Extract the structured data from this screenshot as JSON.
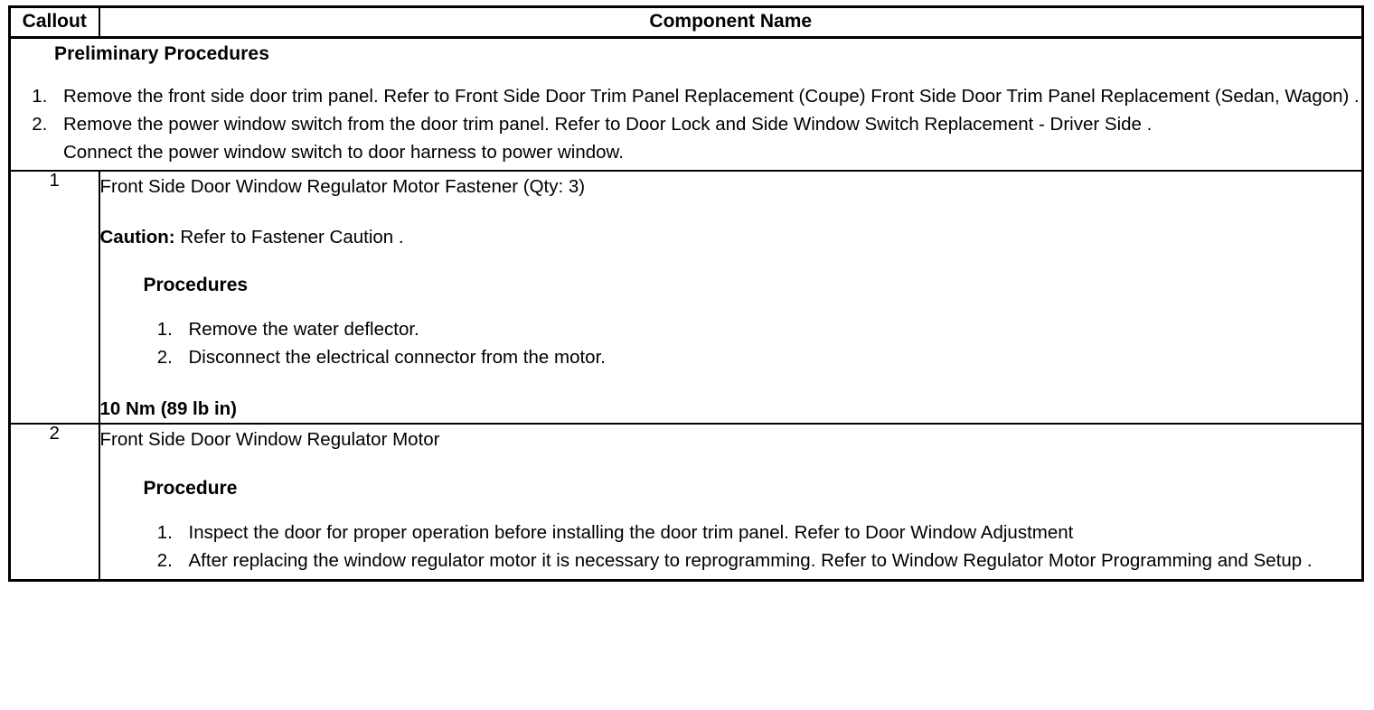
{
  "table": {
    "headers": {
      "callout": "Callout",
      "component_name": "Component Name"
    },
    "preliminary": {
      "title": "Preliminary Procedures",
      "steps": [
        "Remove the front side door trim panel. Refer to Front Side Door Trim Panel Replacement (Coupe) Front Side Door Trim Panel Replacement (Sedan, Wagon) .",
        "Remove the power window switch from the door trim panel. Refer to Door Lock and Side Window Switch Replacement - Driver Side ."
      ],
      "trailing_note": "Connect the power window switch to door harness to power window."
    },
    "rows": [
      {
        "callout": "1",
        "component": "Front Side Door Window Regulator Motor Fastener (Qty: 3)",
        "caution_label": "Caution:",
        "caution_text": " Refer to Fastener Caution .",
        "procedures_title": "Procedures",
        "procedures": [
          "Remove the water deflector.",
          "Disconnect the electrical connector from the motor."
        ],
        "torque": "10 Nm (89 lb in)"
      },
      {
        "callout": "2",
        "component": "Front Side Door Window Regulator Motor",
        "procedures_title": "Procedure",
        "procedures": [
          "Inspect the door for proper operation before installing the door trim panel. Refer to Door Window Adjustment",
          "After replacing the window regulator motor it is necessary to reprogramming. Refer to Window Regulator Motor Programming and Setup ."
        ]
      }
    ]
  },
  "colors": {
    "border": "#000000",
    "text": "#000000",
    "background": "#ffffff"
  }
}
